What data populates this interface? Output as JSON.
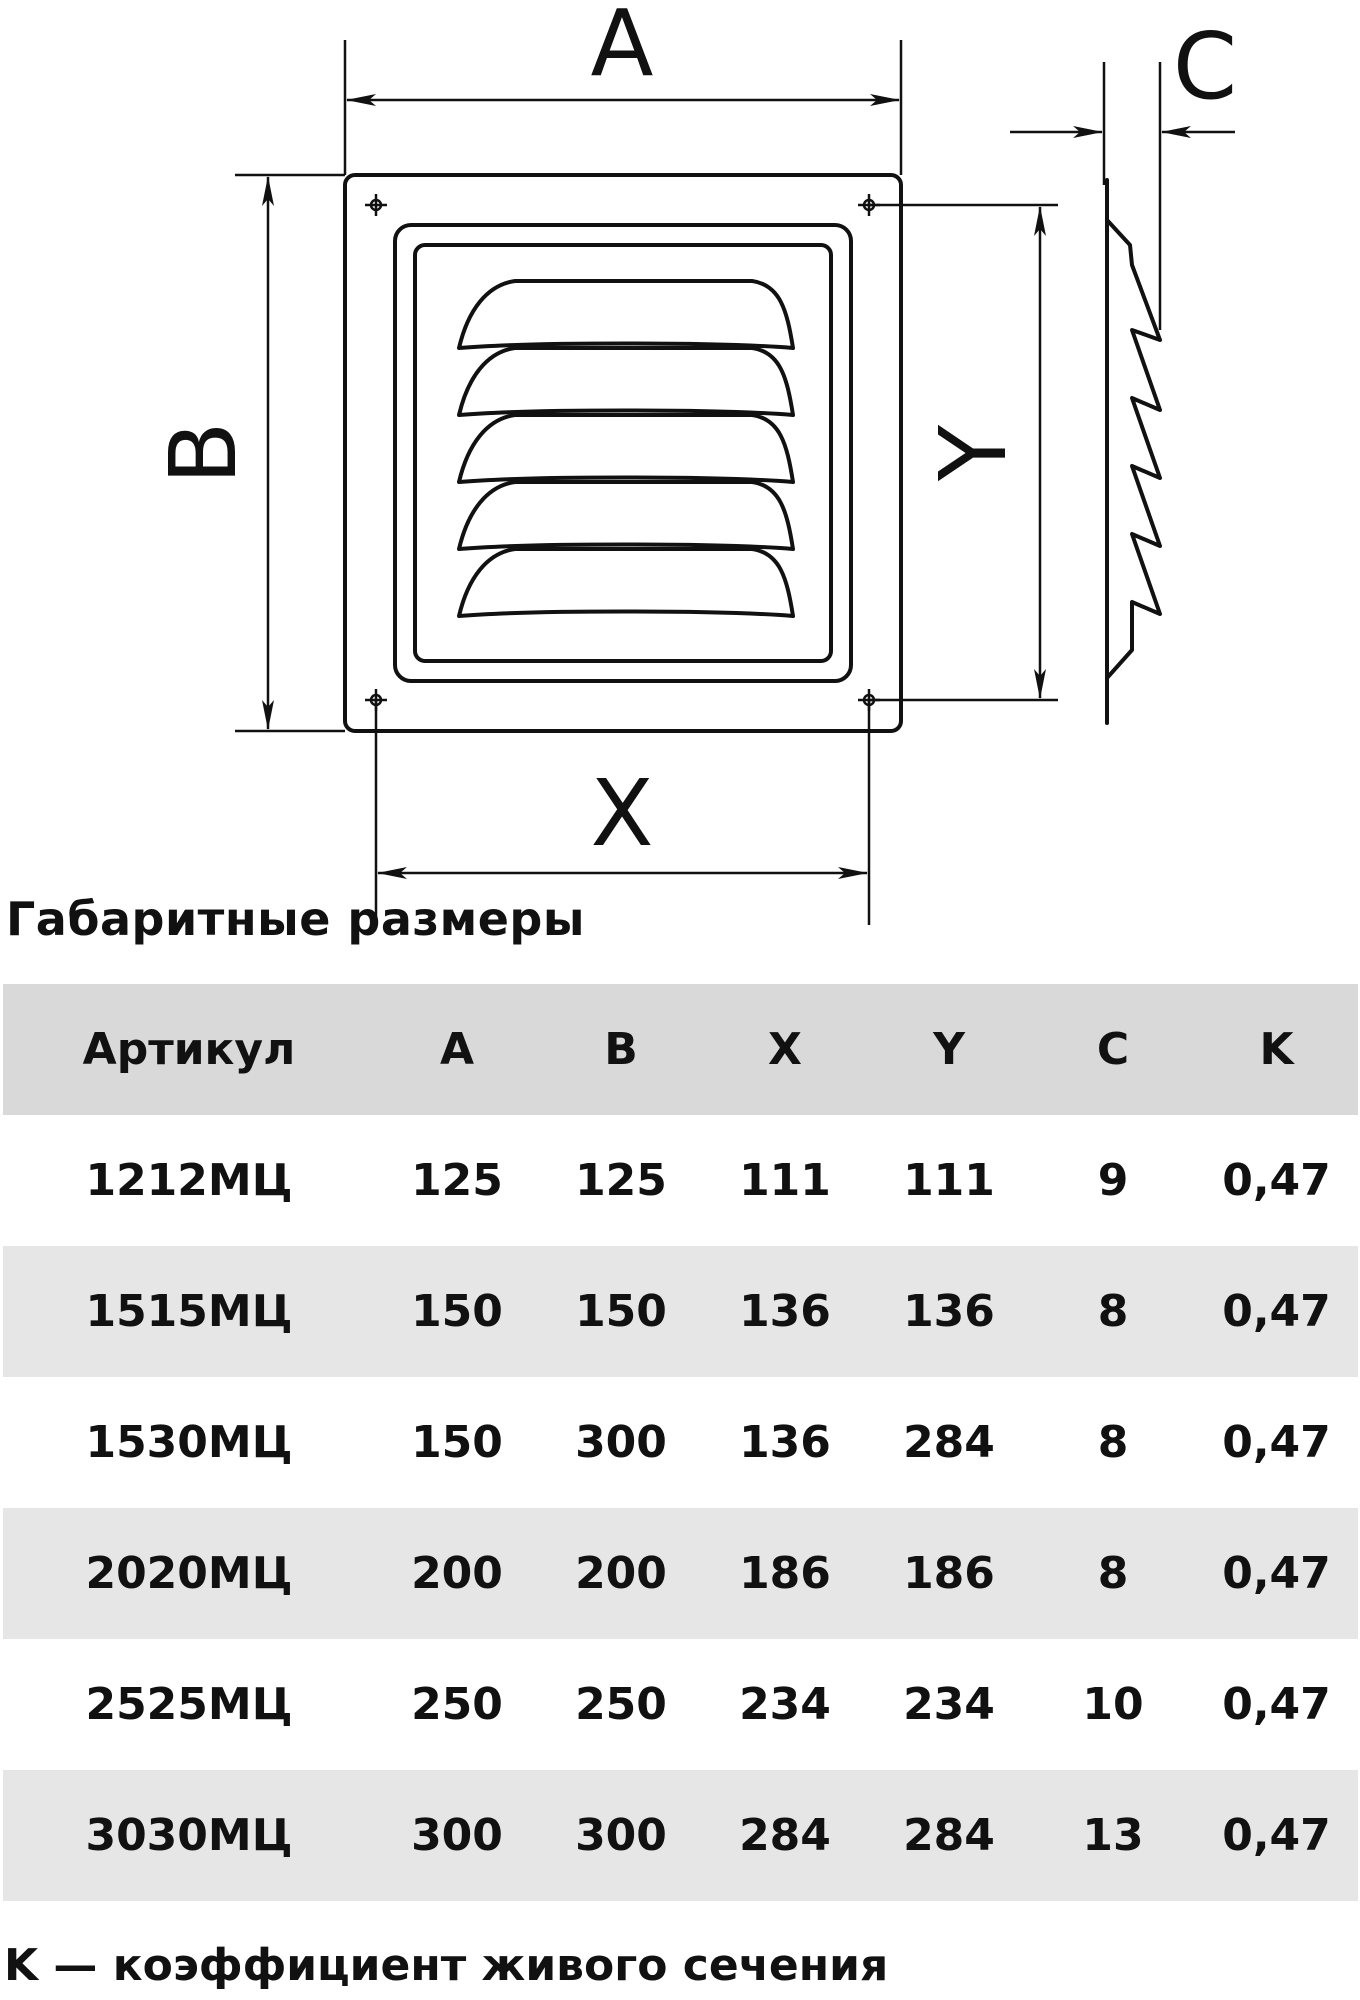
{
  "drawing": {
    "labels": {
      "a": "A",
      "b": "B",
      "c": "C",
      "x": "X",
      "y": "Y"
    }
  },
  "section_title": "Габаритные размеры",
  "table": {
    "headers": [
      "Артикул",
      "A",
      "B",
      "X",
      "Y",
      "C",
      "K"
    ],
    "rows": [
      [
        "1212МЦ",
        "125",
        "125",
        "111",
        "111",
        "9",
        "0,47"
      ],
      [
        "1515МЦ",
        "150",
        "150",
        "136",
        "136",
        "8",
        "0,47"
      ],
      [
        "1530МЦ",
        "150",
        "300",
        "136",
        "284",
        "8",
        "0,47"
      ],
      [
        "2020МЦ",
        "200",
        "200",
        "186",
        "186",
        "8",
        "0,47"
      ],
      [
        "2525МЦ",
        "250",
        "250",
        "234",
        "234",
        "10",
        "0,47"
      ],
      [
        "3030МЦ",
        "300",
        "300",
        "284",
        "284",
        "13",
        "0,47"
      ]
    ]
  },
  "footnote": "K — коэффициент живого сечения",
  "colors": {
    "header_bg": "#d9d9d9",
    "stripe_bg": "#e6e6e6",
    "line": "#111111"
  }
}
